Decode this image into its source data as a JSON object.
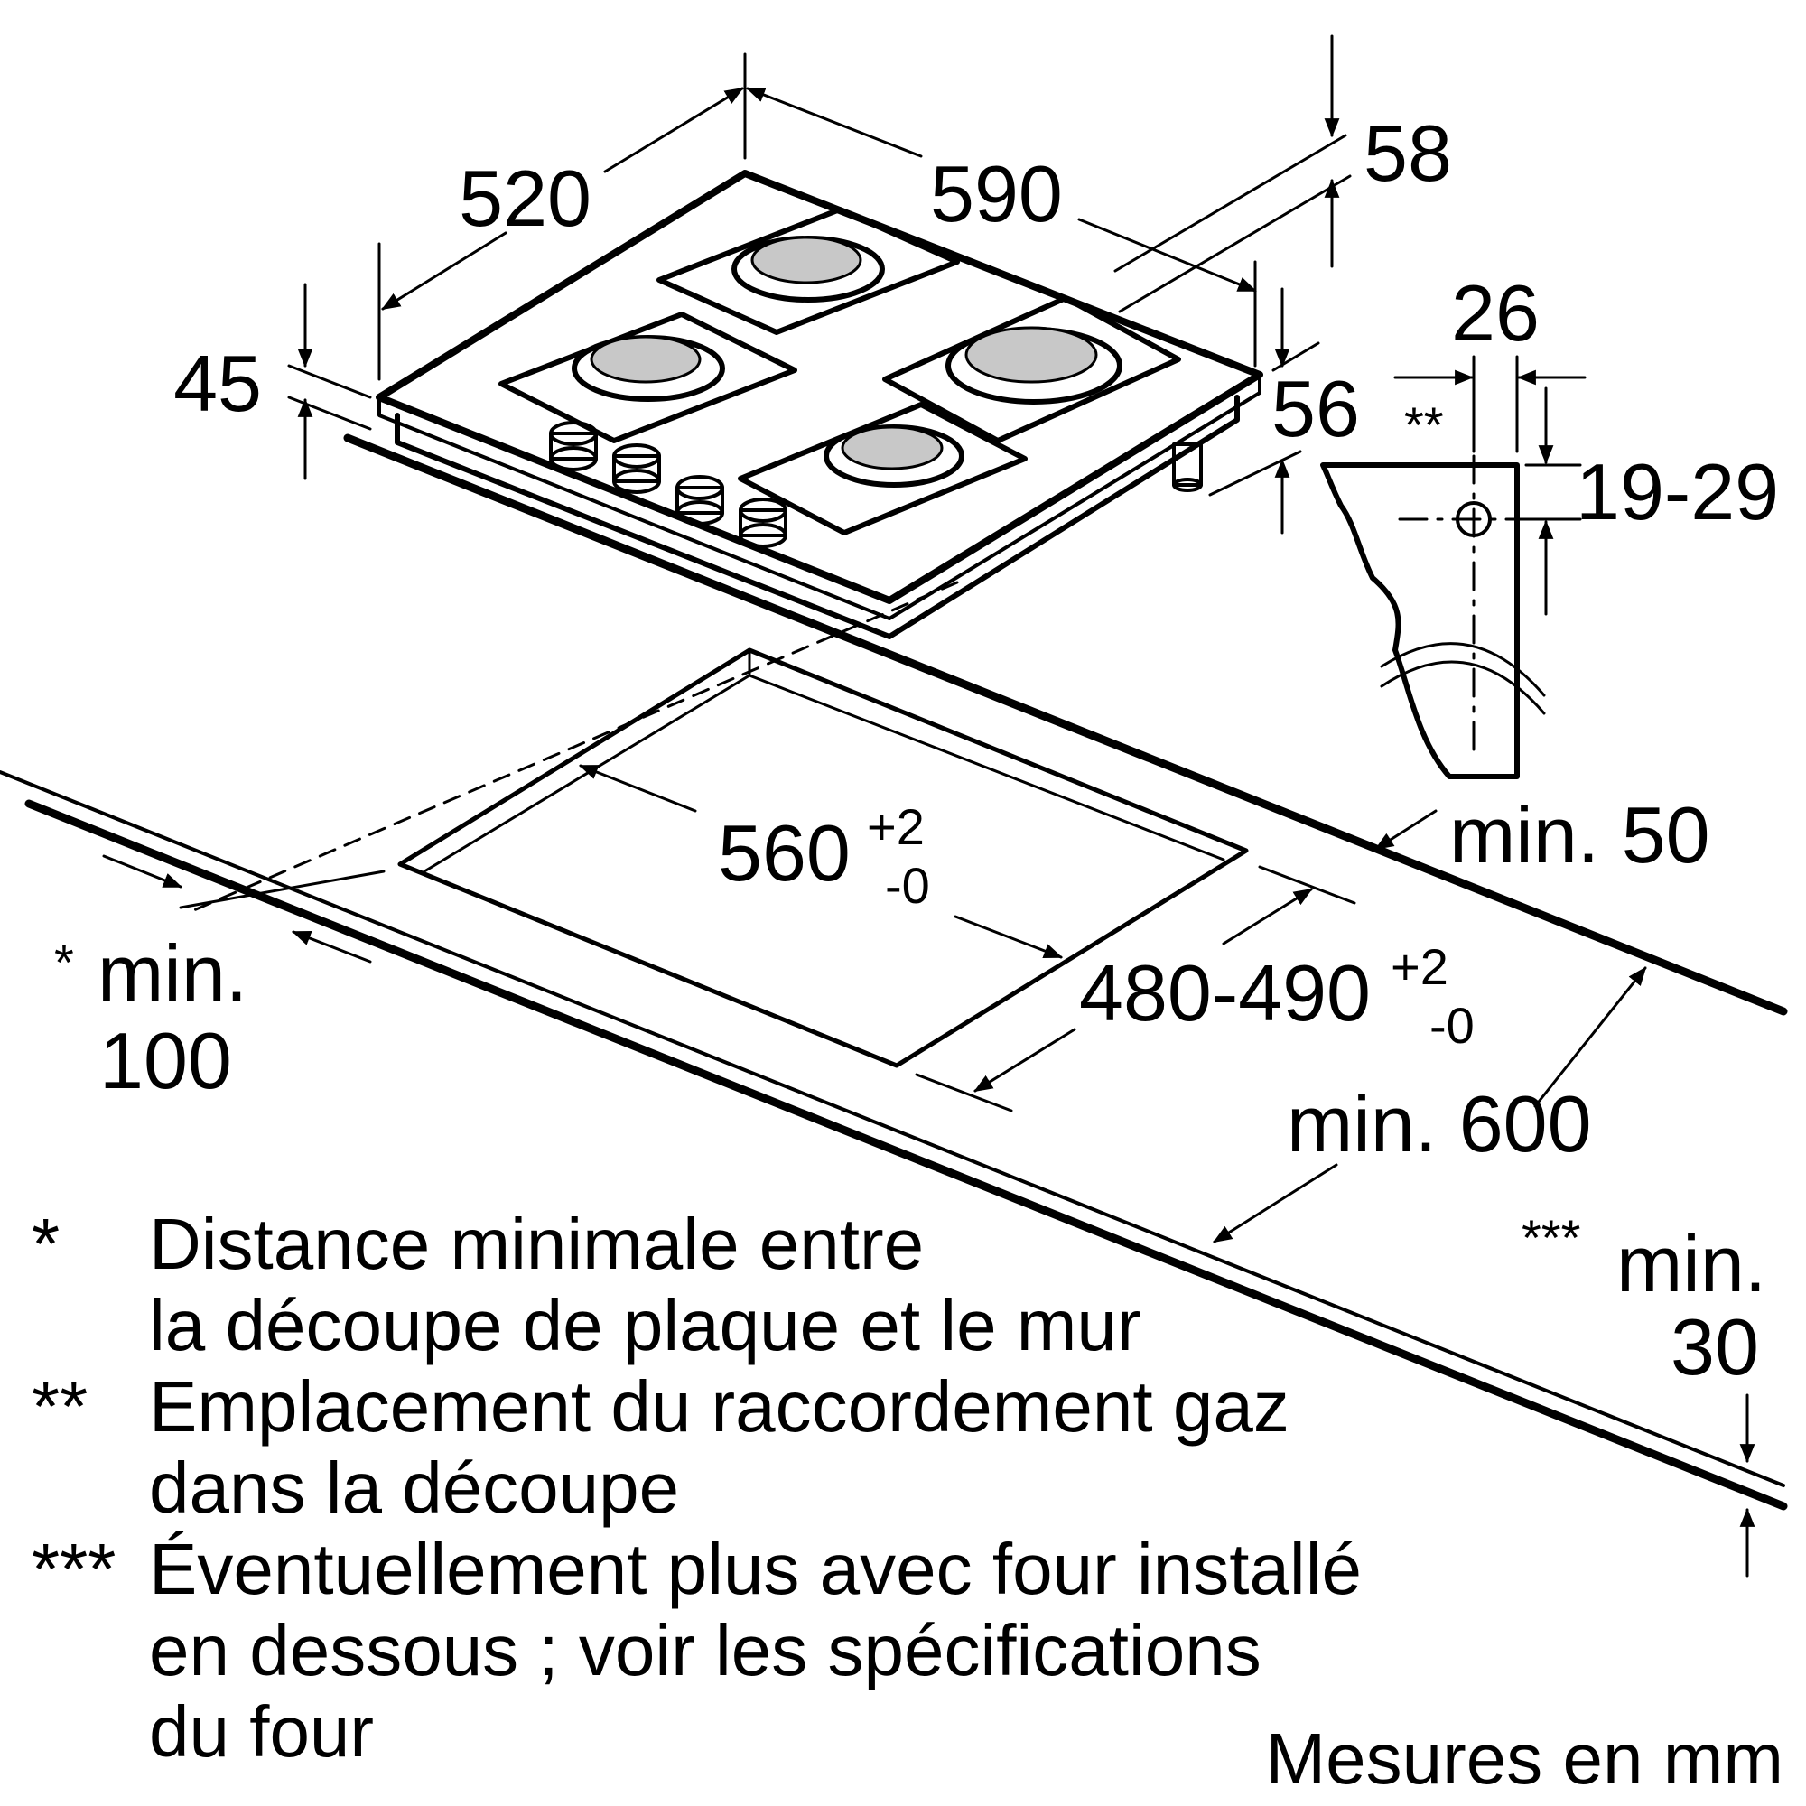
{
  "dimensions": {
    "width_front": "520",
    "depth_total": "590",
    "glass_thickness": "58",
    "body_height": "45",
    "leg_height": "56",
    "gas_connection_offset": "26",
    "gas_connection_marker": "**",
    "gas_connection_height": "19-29",
    "cutout_width": "560",
    "cutout_width_tol_plus": "+2",
    "cutout_width_tol_minus": "-0",
    "cutout_depth": "480-490",
    "cutout_depth_tol_plus": "+2",
    "cutout_depth_tol_minus": "-0",
    "min_back": "min. 50",
    "min_wall_marker": "*",
    "min_wall_label": "min.",
    "min_wall_value": "100",
    "min_countertop": "min. 600",
    "min_below_marker": "***",
    "min_below_label": "min.",
    "min_below_value": "30"
  },
  "notes": [
    {
      "marker": "*",
      "lines": [
        "Distance minimale entre",
        "la découpe de plaque et le mur"
      ]
    },
    {
      "marker": "**",
      "lines": [
        "Emplacement du raccordement gaz",
        "dans la découpe"
      ]
    },
    {
      "marker": "***",
      "lines": [
        "Éventuellement plus avec four installé",
        "en dessous ; voir les spécifications",
        "du four"
      ]
    }
  ],
  "units_label": "Mesures en mm",
  "colors": {
    "line": "#000000",
    "burner_cap": "#c8c8c8",
    "background": "#ffffff"
  }
}
